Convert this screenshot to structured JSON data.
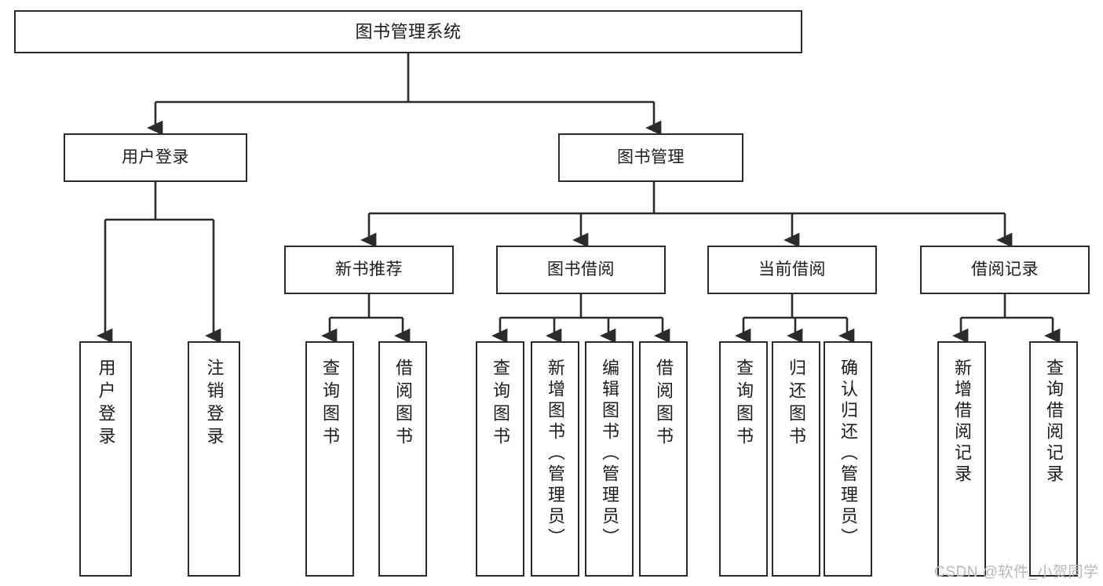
{
  "diagram": {
    "title": "图书管理系统",
    "type": "tree",
    "style": {
      "box_border": "#2b2b2b",
      "box_fill": "#ffffff",
      "line": "#2b2b2b",
      "text": "#1c1c1c",
      "background": "#ffffff",
      "watermark_color": "#b9b9b9"
    },
    "nodes": {
      "root": {
        "label": "图书管理系统"
      },
      "level2": [
        {
          "label": "用户登录"
        },
        {
          "label": "图书管理"
        }
      ],
      "level3": [
        {
          "label": "新书推荐"
        },
        {
          "label": "图书借阅"
        },
        {
          "label": "当前借阅"
        },
        {
          "label": "借阅记录"
        }
      ],
      "leaves": {
        "user_login": [
          {
            "label": "用户登录"
          },
          {
            "label": "注销登录"
          }
        ],
        "new_book": [
          {
            "label": "查询图书"
          },
          {
            "label": "借阅图书"
          }
        ],
        "book_borrow": [
          {
            "label": "查询图书"
          },
          {
            "label": "新增图书（管理员）"
          },
          {
            "label": "编辑图书（管理员）"
          },
          {
            "label": "借阅图书"
          }
        ],
        "current_borrow": [
          {
            "label": "查询图书"
          },
          {
            "label": "归还图书"
          },
          {
            "label": "确认归还（管理员）"
          }
        ],
        "borrow_record": [
          {
            "label": "新增借阅记录"
          },
          {
            "label": "查询借阅记录"
          }
        ]
      }
    },
    "watermark": "CSDN @软件_小贺同学"
  }
}
